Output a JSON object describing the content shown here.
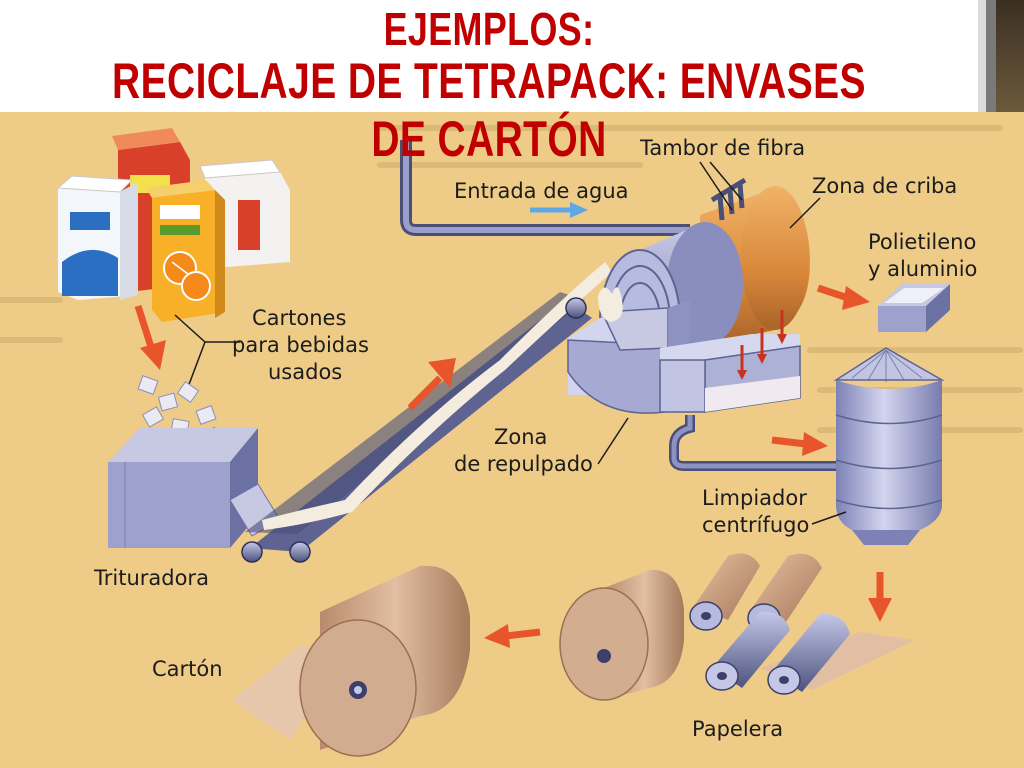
{
  "slide": {
    "title_line1": "EJEMPLOS:",
    "title_line2": "RECICLAJE DE TETRAPACK: ENVASES  DE CARTÓN"
  },
  "diagram": {
    "labels": {
      "tambor_fibra": "Tambor de fibra",
      "entrada_agua": "Entrada de agua",
      "zona_criba": "Zona de criba",
      "polietileno_1": "Polietileno",
      "polietileno_2": "y aluminio",
      "cartones_1": "Cartones",
      "cartones_2": "para bebidas",
      "cartones_3": "usados",
      "zona_repulpado_1": "Zona",
      "zona_repulpado_2": "de repulpado",
      "limpiador_1": "Limpiador",
      "limpiador_2": "centrífugo",
      "trituradora": "Trituradora",
      "carton": "Cartón",
      "papelera": "Papelera"
    }
  },
  "colors": {
    "title": "#c00000",
    "background": "#f0cf8c",
    "arrow": "#e8552a",
    "machine": "#9a9ec8",
    "drum": "#d9873a",
    "roll": "#caa081"
  }
}
